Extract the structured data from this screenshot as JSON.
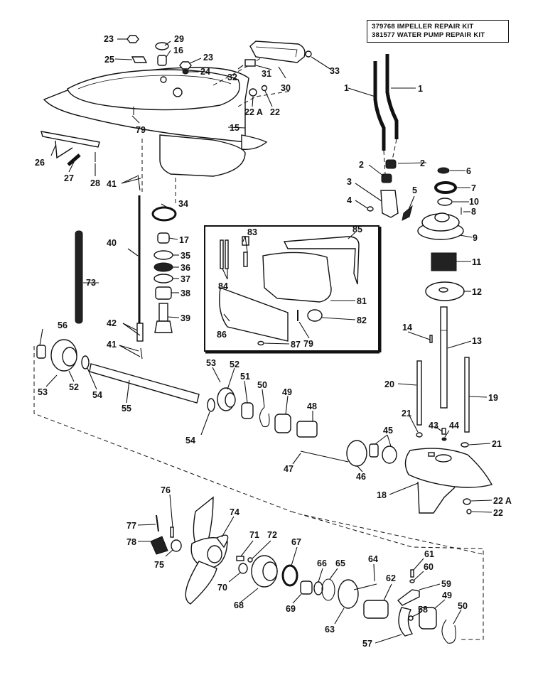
{
  "title": "Lower Unit Exploded Parts Diagram",
  "kit_box": {
    "lines": [
      "379768 IMPELLER REPAIR KIT",
      "381577 WATER PUMP REPAIR KIT"
    ]
  },
  "callouts": {
    "c1a": "1",
    "c1b": "1",
    "c2a": "2",
    "c2b": "2",
    "c3": "3",
    "c4": "4",
    "c5": "5",
    "c6": "6",
    "c7": "7",
    "c8": "8",
    "c9": "9",
    "c10": "10",
    "c11": "11",
    "c12": "12",
    "c13": "13",
    "c14": "14",
    "c15": "15",
    "c16": "16",
    "c17": "17",
    "c18": "18",
    "c19": "19",
    "c20": "20",
    "c21a": "21",
    "c21b": "21",
    "c22a": "22",
    "c22b": "22",
    "c22Aa": "22 A",
    "c22Ab": "22 A",
    "c23a": "23",
    "c23b": "23",
    "c24": "24",
    "c25": "25",
    "c26": "26",
    "c27": "27",
    "c28": "28",
    "c29": "29",
    "c30": "30",
    "c31": "31",
    "c32": "32",
    "c33": "33",
    "c34": "34",
    "c35": "35",
    "c36": "36",
    "c37": "37",
    "c38": "38",
    "c39": "39",
    "c40": "40",
    "c41a": "41",
    "c41b": "41",
    "c42": "42",
    "c43": "43",
    "c44": "44",
    "c45": "45",
    "c46": "46",
    "c47": "47",
    "c48": "48",
    "c49a": "49",
    "c49b": "49",
    "c50a": "50",
    "c50b": "50",
    "c51": "51",
    "c52a": "52",
    "c52b": "52",
    "c53a": "53",
    "c53b": "53",
    "c54a": "54",
    "c54b": "54",
    "c55": "55",
    "c56": "56",
    "c57": "57",
    "c58": "58",
    "c59": "59",
    "c60": "60",
    "c61": "61",
    "c62": "62",
    "c63": "63",
    "c64": "64",
    "c65": "65",
    "c66": "66",
    "c67": "67",
    "c68": "68",
    "c69": "69",
    "c70": "70",
    "c71": "71",
    "c72": "72",
    "c73": "73",
    "c74": "74",
    "c75": "75",
    "c76": "76",
    "c77": "77",
    "c78": "78",
    "c79a": "79",
    "c79b": "79",
    "c81": "81",
    "c82": "82",
    "c83": "83",
    "c84": "84",
    "c85": "85",
    "c86": "86",
    "c87": "87"
  }
}
